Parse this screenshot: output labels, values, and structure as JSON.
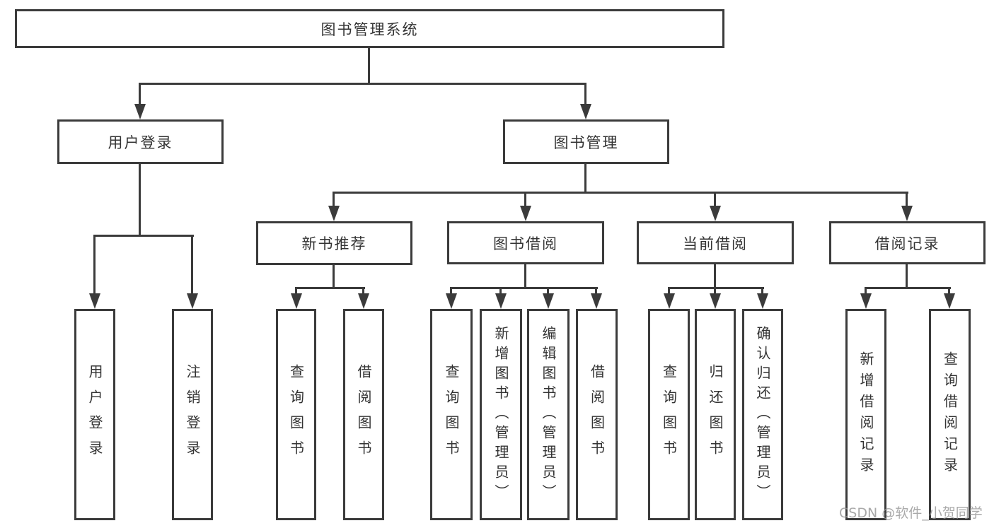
{
  "tree": {
    "root": {
      "label": "图书管理系统"
    },
    "branches": [
      {
        "label": "用户登录",
        "children": [
          {
            "label": "用户登录"
          },
          {
            "label": "注销登录"
          }
        ]
      },
      {
        "label": "图书管理",
        "groups": [
          {
            "label": "新书推荐",
            "children": [
              {
                "label": "查询图书"
              },
              {
                "label": "借阅图书"
              }
            ]
          },
          {
            "label": "图书借阅",
            "children": [
              {
                "label": "查询图书"
              },
              {
                "label": "新增图书（管理员）"
              },
              {
                "label": "编辑图书（管理员）"
              },
              {
                "label": "借阅图书"
              }
            ]
          },
          {
            "label": "当前借阅",
            "children": [
              {
                "label": "查询图书"
              },
              {
                "label": "归还图书"
              },
              {
                "label": "确认归还（管理员）"
              }
            ]
          },
          {
            "label": "借阅记录",
            "children": [
              {
                "label": "新增借阅记录"
              },
              {
                "label": "查询借阅记录"
              }
            ]
          }
        ]
      }
    ]
  },
  "watermark": {
    "text": "CSDN @软件_小贺同学"
  },
  "colors": {
    "line": "#3b3b3b",
    "text": "#333333",
    "background": "#ffffff",
    "watermark": "#949494"
  }
}
